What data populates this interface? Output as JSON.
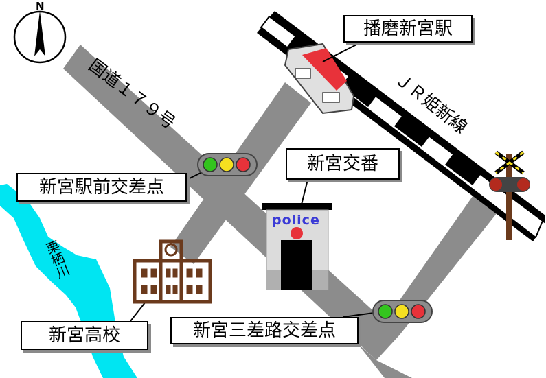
{
  "map": {
    "compass": {
      "north_letter": "N"
    },
    "labels": {
      "station": "播磨新宮駅",
      "police_box": "新宮交番",
      "intersection_station_front": "新宮駅前交差点",
      "intersection_sansaro": "新宮三差路交差点",
      "school": "新宮高校"
    },
    "road_route": "国道１７９号",
    "railway_line": "ＪＲ姫新線",
    "river": "栗栖川",
    "building_sign": "police",
    "colors": {
      "road": "#8c8c8c",
      "river": "#00e5f2",
      "school": "#6b3a1c",
      "station_accent": "#e8323a",
      "signal_green": "#33c41e",
      "signal_yellow": "#f5e020",
      "signal_red": "#e8323a"
    }
  }
}
